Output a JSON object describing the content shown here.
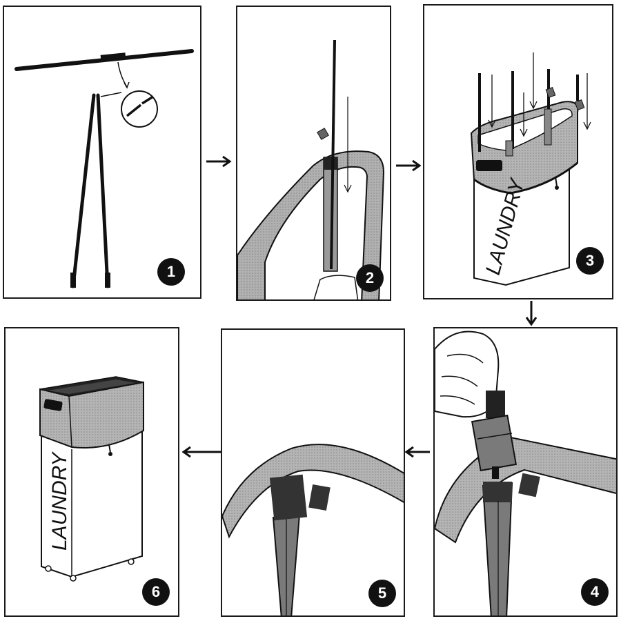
{
  "steps": [
    {
      "number": "1"
    },
    {
      "number": "2"
    },
    {
      "number": "3"
    },
    {
      "number": "4"
    },
    {
      "number": "5"
    },
    {
      "number": "6"
    }
  ],
  "hamper_label": "LAUNDRY",
  "colors": {
    "ink": "#111111",
    "fabric_gray": "#9a9a9a",
    "pole_gray": "#7a7a7a",
    "background": "#ffffff"
  },
  "icons": [
    "arrow-right-icon",
    "arrow-down-icon",
    "arrow-left-icon"
  ]
}
